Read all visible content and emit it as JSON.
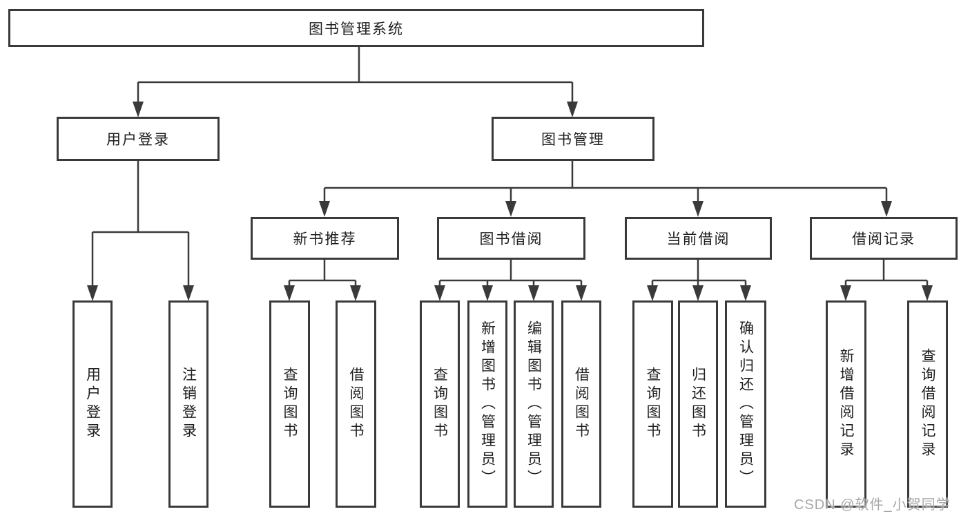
{
  "tree": {
    "root": {
      "label": "图书管理系统",
      "children": [
        {
          "label": "用户登录",
          "children": [
            {
              "label": "用户登录"
            },
            {
              "label": "注销登录"
            }
          ]
        },
        {
          "label": "图书管理",
          "children": [
            {
              "label": "新书推荐",
              "children": [
                {
                  "label": "查询图书"
                },
                {
                  "label": "借阅图书"
                }
              ]
            },
            {
              "label": "图书借阅",
              "children": [
                {
                  "label": "查询图书"
                },
                {
                  "label": "新增图书（管理员）"
                },
                {
                  "label": "编辑图书（管理员）"
                },
                {
                  "label": "借阅图书"
                }
              ]
            },
            {
              "label": "当前借阅",
              "children": [
                {
                  "label": "查询图书"
                },
                {
                  "label": "归还图书"
                },
                {
                  "label": "确认归还（管理员）"
                }
              ]
            },
            {
              "label": "借阅记录",
              "children": [
                {
                  "label": "新增借阅记录"
                },
                {
                  "label": "查询借阅记录"
                }
              ]
            }
          ]
        }
      ]
    }
  },
  "watermark": {
    "text": "CSDN @软件_小贺同学"
  },
  "colors": {
    "line": "#3a3a3a",
    "text": "#1f1f1f",
    "watermark": "#a8a8a8",
    "background": "#ffffff"
  }
}
